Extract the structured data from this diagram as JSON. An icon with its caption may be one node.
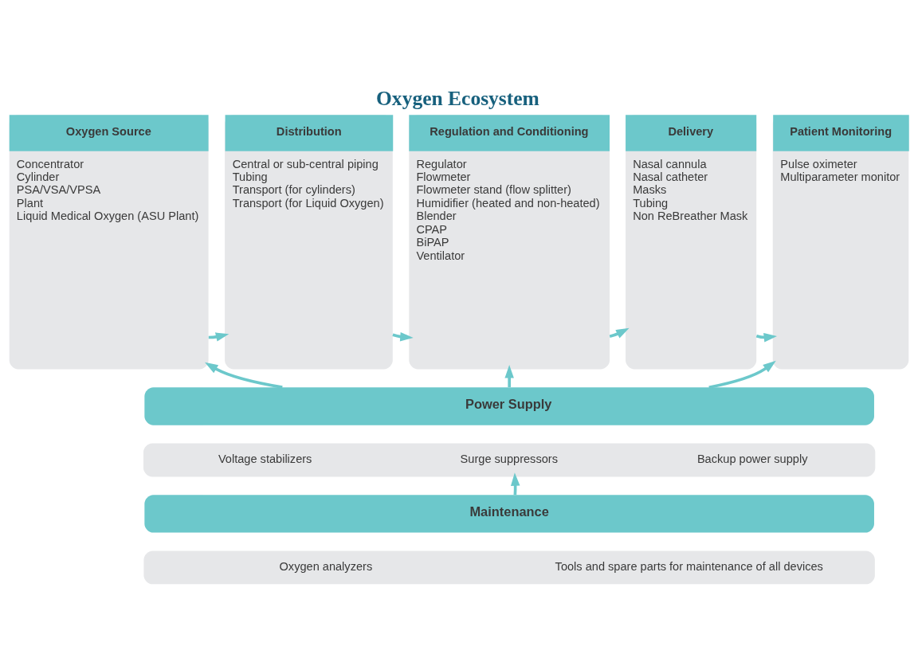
{
  "diagram": {
    "title": "Oxygen Ecosystem",
    "nodes": [
      {
        "text": [
          "Oxygen Source",
          "Concentrator",
          "Cylinder",
          "PSA/VSA/VPSA",
          "Plant",
          "Liquid Medical Oxygen (ASU Plant)"
        ]
      },
      {
        "text": [
          "Distribution",
          "Central or sub-central piping",
          "Tubing",
          "Transport (for cylinders)",
          "Transport (for Liquid Oxygen)"
        ]
      },
      {
        "text": [
          "Regulation and Conditioning",
          "Regulator",
          "Flowmeter",
          "Flowmeter stand (flow splitter)",
          "Humidifier (heated and non-heated)",
          "Blender",
          "CPAP",
          "BiPAP",
          "Ventilator"
        ]
      },
      {
        "text": [
          "Delivery",
          "Nasal cannula",
          "Nasal catheter",
          "Masks",
          "Tubing",
          "Non ReBreather Mask"
        ]
      },
      {
        "text": [
          "Patient Monitoring",
          "Pulse oximeter",
          "Multiparameter monitor"
        ]
      },
      {
        "text": [
          "Power Supply"
        ]
      },
      {
        "text": [
          "Voltage stabilizers",
          "Surge suppressors",
          "Backup power supply"
        ]
      },
      {
        "text": [
          "Maintenance"
        ]
      },
      {
        "text": [
          "Oxygen analyzers",
          "Tools and spare parts for maintenance of all devices"
        ]
      }
    ],
    "edges": [
      {
        "from": 0,
        "to": 1,
        "arrow": "to"
      },
      {
        "from": 1,
        "to": 2,
        "arrow": "to"
      },
      {
        "from": 2,
        "to": 3,
        "arrow": "to"
      },
      {
        "from": 3,
        "to": 4,
        "arrow": "to"
      },
      {
        "from": 5,
        "to": 0,
        "arrow": "to"
      },
      {
        "from": 5,
        "to": 2,
        "arrow": "to"
      },
      {
        "from": 5,
        "to": 4,
        "arrow": "to"
      },
      {
        "from": 7,
        "to": 6,
        "arrow": "to"
      }
    ]
  }
}
